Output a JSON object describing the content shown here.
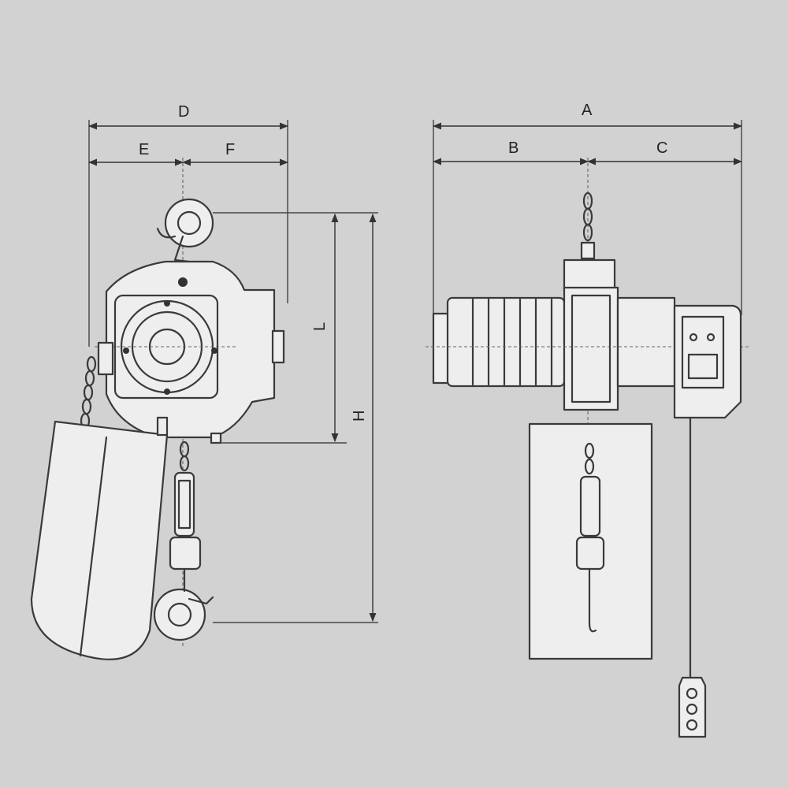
{
  "dimensions": {
    "D": "D",
    "E": "E",
    "F": "F",
    "A": "A",
    "B": "B",
    "C": "C",
    "L": "L",
    "H": "H"
  },
  "colors": {
    "background": "#d2d2d2",
    "line": "#3a3a3a",
    "body_fill": "#eeeeee"
  }
}
